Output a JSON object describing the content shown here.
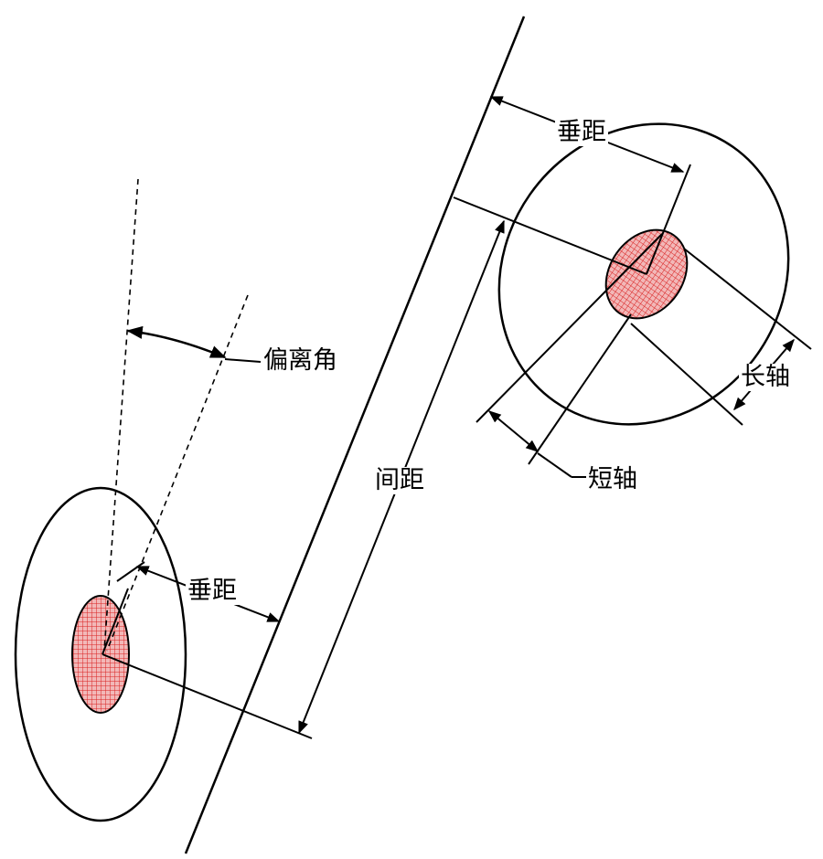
{
  "labels": {
    "deviation_angle": "偏离角",
    "perpendicular_distance_top": "垂距",
    "perpendicular_distance_left": "垂距",
    "spacing": "间距",
    "major_axis": "长轴",
    "minor_axis": "短轴"
  },
  "colors": {
    "line": "#000000",
    "hatch_fill": "#f2b8b8",
    "hatch_line": "#d92020",
    "background": "#ffffff"
  }
}
